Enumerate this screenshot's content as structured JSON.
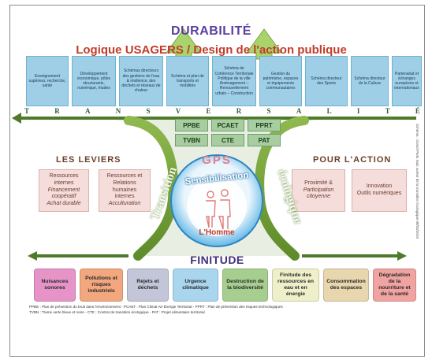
{
  "title": "DURABILITÉ",
  "subtitle": "Logique USAGERS / Design de l'action publique",
  "columns": [
    "Enseignement supérieur, recherche, santé",
    "Développement économique, pôles structurants, numérique, études",
    "Schémas directeurs des gestions de l'eau & résilience, des déchets et réseaux de chaleur",
    "Schéma et plan de transports et mobilités",
    "Schéma de Cohérence Territoriale Politique de la ville Aménagement – Renouvellement urbain – Construction",
    "Gestion du patrimoine, espaces et équipements communautaires",
    "Schéma directeur des Sports",
    "Schéma directeur de la Culture",
    "Partenariat et échanges européens et internationaux"
  ],
  "transversalite_letters": [
    "T",
    "R",
    "A",
    "N",
    "S",
    "V",
    "E",
    "R",
    "S",
    "A",
    "L",
    "I",
    "T",
    "É"
  ],
  "plans_row1": [
    "PPBE",
    "PCAET",
    "PPRT"
  ],
  "plans_row2": [
    "TVBN",
    "CTE",
    "PAT"
  ],
  "leviers_title": "LES LEVIERS",
  "action_title": "POUR  L'ACTION",
  "leviers": [
    {
      "lines": [
        "Ressources",
        "internes"
      ],
      "italic": [
        "Financement",
        "coopératif",
        "Achat durable"
      ]
    },
    {
      "lines": [
        "Ressources et",
        "Relations",
        "humaines",
        "internes"
      ],
      "italic": [
        "Acculturation"
      ]
    }
  ],
  "actions": [
    {
      "lines": [
        "Proximité &"
      ],
      "italic": [
        "Participation",
        "citoyenne"
      ]
    },
    {
      "lines": [
        "Innovation",
        "Outils numériques"
      ],
      "italic": []
    }
  ],
  "gps": "GPS",
  "sensibilisation": "Sensibilisation",
  "homme": "L'Homme",
  "transition_left": "Transition",
  "transition_right": "écologique",
  "finitude": "FINITUDE",
  "bottom_boxes": [
    {
      "label": "Nuisances sonores",
      "color": "#e694c8"
    },
    {
      "label": "Pollutions et risques industriels",
      "color": "#f2a77e"
    },
    {
      "label": "Rejets et déchets",
      "color": "#c3c6d8"
    },
    {
      "label": "Urgence climatique",
      "color": "#a9d6ee"
    },
    {
      "label": "Destruction de la biodiversité",
      "color": "#a6cf8f"
    },
    {
      "label": "Finitude des ressources en eau et en énergie",
      "color": "#eff0c9"
    },
    {
      "label": "Consommation des espaces",
      "color": "#e8d6ae"
    },
    {
      "label": "Dégradation de la nourriture et de la santé",
      "color": "#f0a3a0"
    }
  ],
  "footnote1": "PPBE : Plan de prévention du bruit dans l'environnement  -  PCAET : Plan Climat Air-Énergie Territorial  -  PPRT : Plan de prévention des risques technologiques",
  "footnote2": "TVBN : Trame verte bleue et noire  -  CTE : Contrat de transition écologique  -  PAT : Projet alimentaire territorial",
  "credit": "Schéma : Grand Paris Sud, acteur de la transition écologique 08/03/2019",
  "colors": {
    "title": "#5b3fa0",
    "subtitle": "#c23c2a",
    "columns": "#9ecfe6",
    "tree": "#7aa83a",
    "plans": "#a7cda1",
    "leviers": "#f4ddda",
    "circle": "#3fa6e0"
  }
}
